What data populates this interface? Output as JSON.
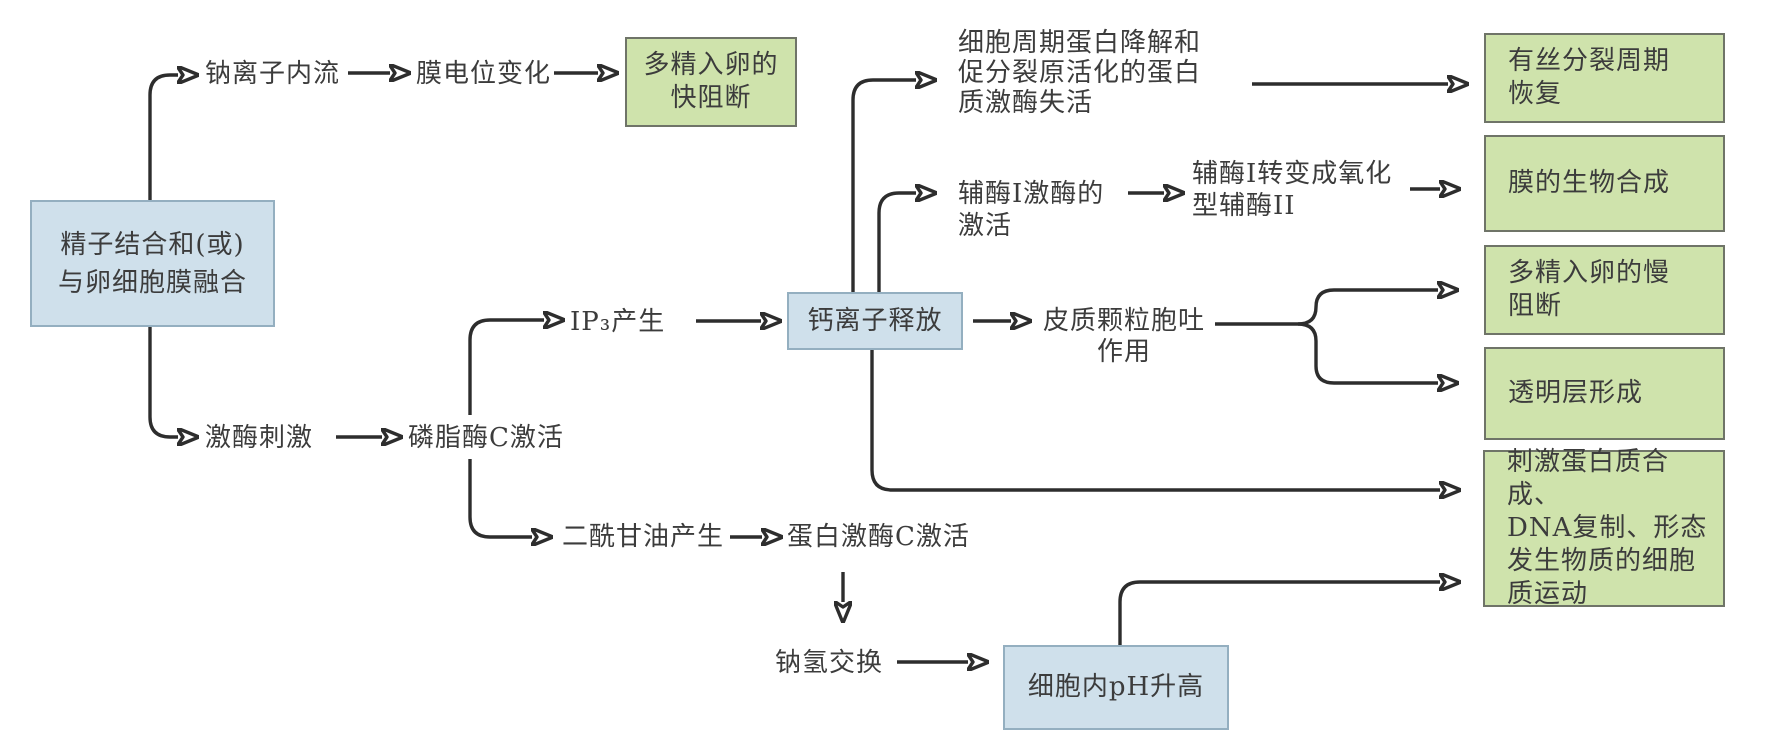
{
  "diagram": {
    "colors": {
      "green_box_fill": "#cfe3ac",
      "green_box_border": "#6f7468",
      "blue_box_fill": "#cfe0eb",
      "blue_box_border": "#94afc0",
      "line": "#2d2d2d",
      "text": "#3c3c3c"
    },
    "nodes": {
      "sperm_binding": {
        "line1": "精子结合和(或)",
        "line2": "与卵细胞膜融合"
      },
      "na_influx": {
        "label": "钠离子内流"
      },
      "membrane_potential": {
        "label": "膜电位变化"
      },
      "fast_block": {
        "line1": "多精入卵的",
        "line2": "快阻断"
      },
      "cyclin_inactivation": {
        "line1": "细胞周期蛋白降解和",
        "line2": "促分裂原活化的蛋白",
        "line3": "质激酶失活"
      },
      "mitosis_recovery": {
        "line1": "有丝分裂周期",
        "line2": "恢复"
      },
      "coenzyme_kinase_activation": {
        "line1": "辅酶I激酶的",
        "line2": "激活"
      },
      "coenzyme_conversion": {
        "line1": "辅酶I转变成氧化",
        "line2": "型辅酶II"
      },
      "membrane_biosynthesis": {
        "label": "膜的生物合成"
      },
      "kinase_stimulation": {
        "label": "激酶刺激"
      },
      "plc_activation": {
        "label": "磷脂酶C激活"
      },
      "ip3_production": {
        "label": "IP₃产生"
      },
      "calcium_release": {
        "label": "钙离子释放"
      },
      "cortical_granule_exocytosis": {
        "line1": "皮质颗粒胞吐",
        "line2": "作用"
      },
      "slow_block": {
        "line1": "多精入卵的慢",
        "line2": "阻断"
      },
      "zona_formation": {
        "label": "透明层形成"
      },
      "protein_synthesis_stimulation": {
        "line1": "刺激蛋白质合成、",
        "line2": "DNA复制、形态",
        "line3": "发生物质的细胞",
        "line4": "质运动"
      },
      "dag_production": {
        "label": "二酰甘油产生"
      },
      "pkc_activation": {
        "label": "蛋白激酶C激活"
      },
      "na_h_exchange": {
        "label": "钠氢交换"
      },
      "ph_increase": {
        "label": "细胞内pH升高"
      }
    }
  }
}
